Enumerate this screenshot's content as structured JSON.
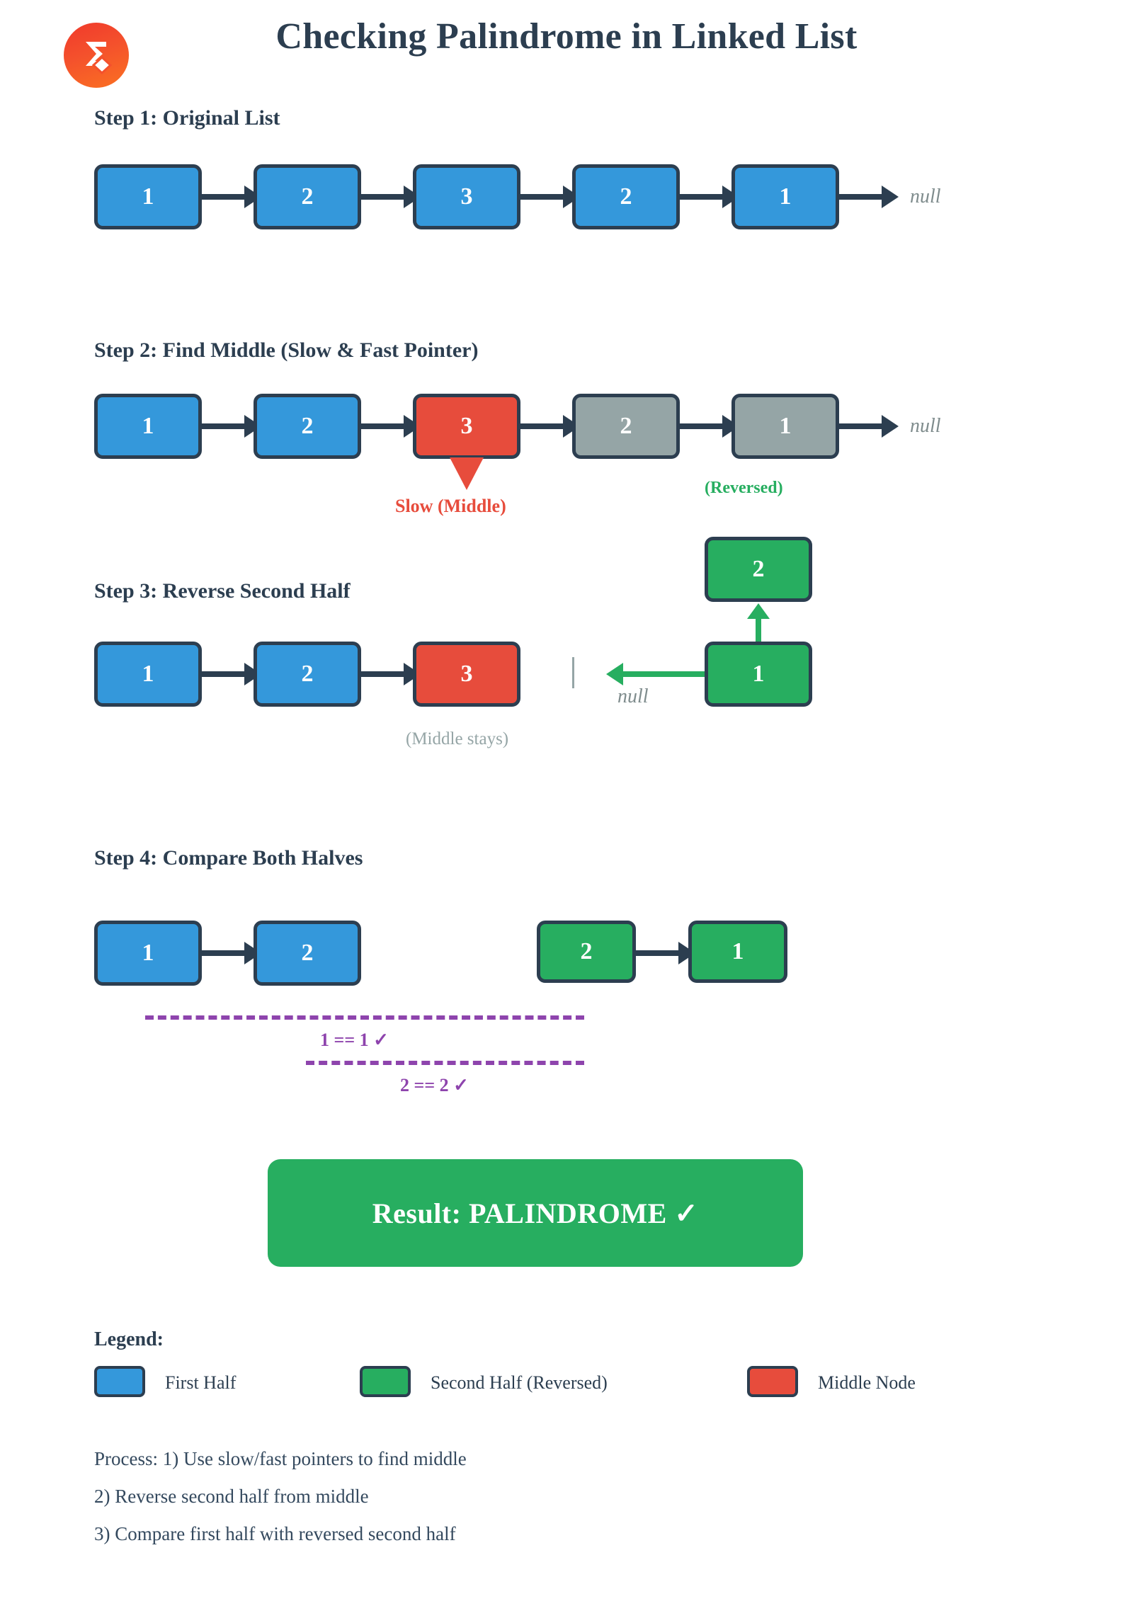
{
  "header": {
    "title": "Checking Palindrome in Linked List",
    "logo_icon": "sigma-diamond-logo-icon",
    "logo_gradient_from": "#f0392b",
    "logo_gradient_to": "#fb7122"
  },
  "colors": {
    "first_half": "#3498db",
    "second_half": "#27ae60",
    "middle_node": "#e74c3c",
    "inactive": "#95a5a6",
    "outline": "#2c3e50",
    "compare": "#8e44ad",
    "null_text": "#7f8c8d"
  },
  "steps": [
    {
      "title": "Step 1: Original List",
      "nodes": [
        {
          "value": "1",
          "color": "blue"
        },
        {
          "value": "2",
          "color": "blue"
        },
        {
          "value": "3",
          "color": "blue"
        },
        {
          "value": "2",
          "color": "blue"
        },
        {
          "value": "1",
          "color": "blue"
        }
      ],
      "tail_label": "null"
    },
    {
      "title": "Step 2: Find Middle (Slow & Fast Pointer)",
      "nodes": [
        {
          "value": "1",
          "color": "blue"
        },
        {
          "value": "2",
          "color": "blue"
        },
        {
          "value": "3",
          "color": "red"
        },
        {
          "value": "2",
          "color": "gray"
        },
        {
          "value": "1",
          "color": "gray"
        }
      ],
      "tail_label": "null",
      "pointer_label": "Slow (Middle)",
      "reversed_label": "(Reversed)"
    },
    {
      "title": "Step 3: Reverse Second Half",
      "first_half": [
        {
          "value": "1",
          "color": "blue"
        },
        {
          "value": "2",
          "color": "blue"
        },
        {
          "value": "3",
          "color": "red"
        }
      ],
      "middle_note": "(Middle stays)",
      "reversed_top": {
        "value": "2",
        "color": "green"
      },
      "reversed_bottom": {
        "value": "1",
        "color": "green"
      },
      "tail_label": "null"
    },
    {
      "title": "Step 4: Compare Both Halves",
      "left_nodes": [
        {
          "value": "1",
          "color": "blue"
        },
        {
          "value": "2",
          "color": "blue"
        }
      ],
      "right_nodes": [
        {
          "value": "2",
          "color": "green"
        },
        {
          "value": "1",
          "color": "green"
        }
      ],
      "comparisons": [
        "1 == 1 ✓",
        "2 == 2 ✓"
      ]
    }
  ],
  "result": {
    "text": "Result: PALINDROME ✓"
  },
  "legend": {
    "title": "Legend:",
    "items": [
      {
        "label": "First Half",
        "color": "blue"
      },
      {
        "label": "Second Half (Reversed)",
        "color": "green"
      },
      {
        "label": "Middle Node",
        "color": "red"
      }
    ]
  },
  "process": {
    "lines": [
      "Process: 1) Use slow/fast pointers to find middle",
      "2) Reverse second half from middle",
      "3) Compare first half with reversed second half"
    ]
  }
}
